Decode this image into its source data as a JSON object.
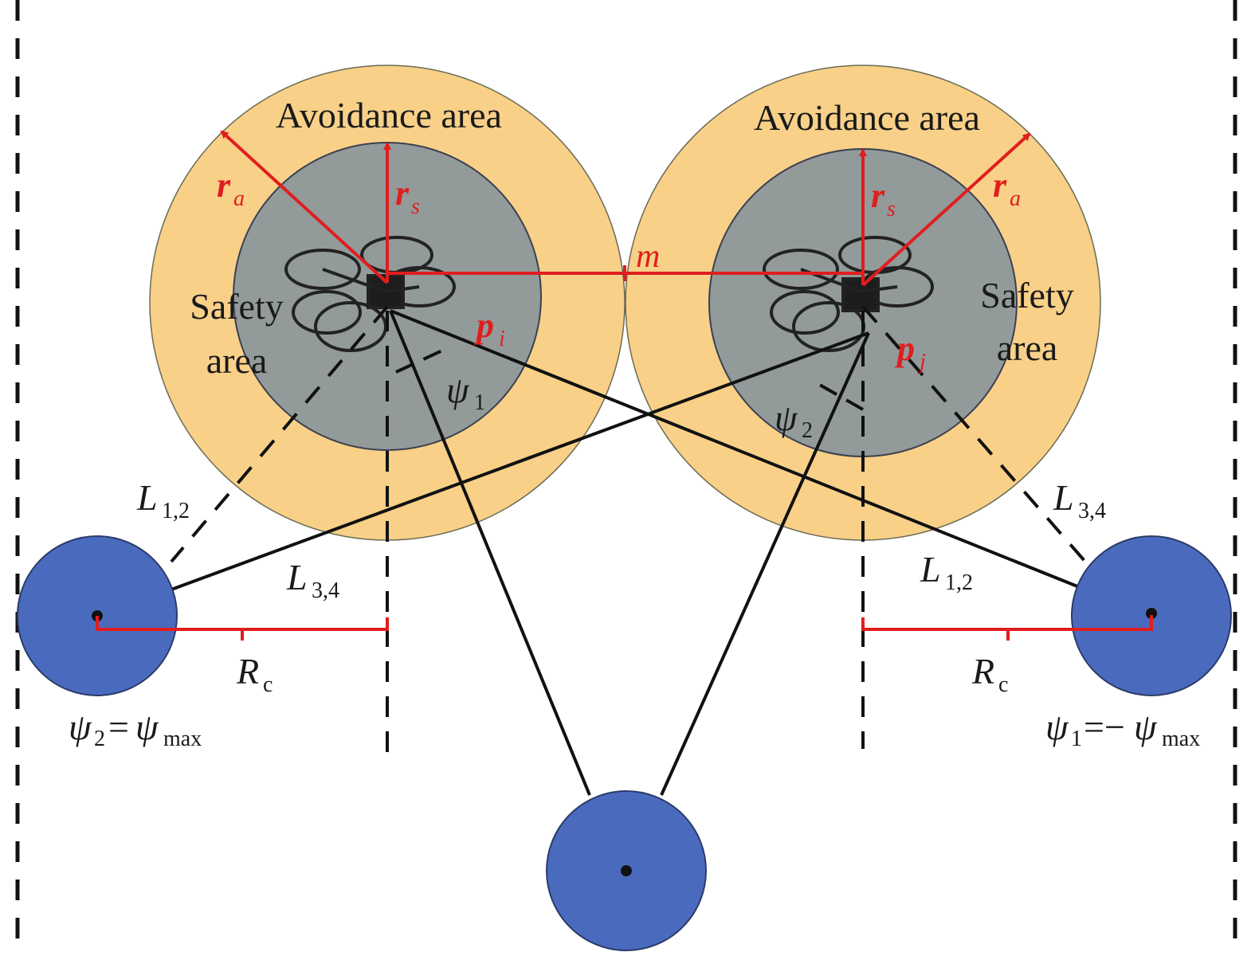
{
  "colors": {
    "avoidance_fill": "#f8d088",
    "safety_fill": "#939a9a",
    "blue_obstacle": "#4a6bbd",
    "red": "#e01e1e",
    "black": "#111111"
  },
  "labels": {
    "avoidance_left": "Avoidance area",
    "avoidance_right": "Avoidance area",
    "safety_left_line1": "Safety",
    "safety_left_line2": "area",
    "safety_right_line1": "Safety",
    "safety_right_line2": "area",
    "r_main": "r",
    "ra_sub": "a",
    "rs_sub": "s",
    "m": "m",
    "p_main": "p",
    "pi_sub": "i",
    "pj_sub": "j",
    "psi": "ψ",
    "psi1_sub": "1",
    "psi2_sub": "2",
    "L": "L",
    "L12_sub": "1,2",
    "L34_sub": "3,4",
    "R": "R",
    "Rc_sub": "c",
    "eq_equals": "=",
    "eq_minus": "=−",
    "max_sub": "max"
  },
  "icons": {
    "drone_left": "quadrotor-drone-icon",
    "drone_right": "quadrotor-drone-icon"
  }
}
